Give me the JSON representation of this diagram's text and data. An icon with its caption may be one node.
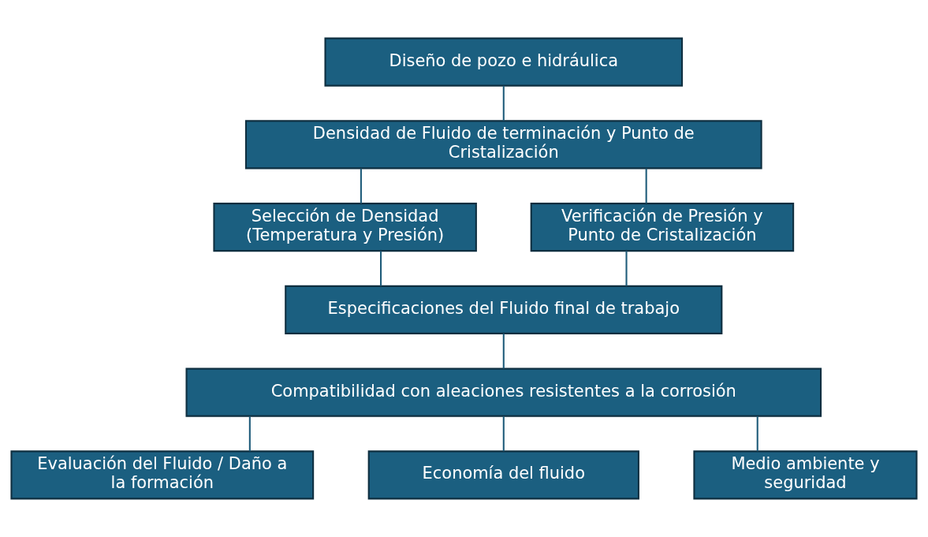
{
  "diagram": {
    "nodes": [
      {
        "text": [
          "Diseño de pozo e hidráulica"
        ]
      },
      {
        "text": [
          "Densidad de Fluido de terminación y Punto de Cristalización"
        ]
      },
      {
        "text": [
          "Selección de Densidad (Temperatura y Presión)"
        ]
      },
      {
        "text": [
          "Verificación de Presión y Punto de Cristalización"
        ]
      },
      {
        "text": [
          "Especificaciones del Fluido final de trabajo"
        ]
      },
      {
        "text": [
          "Compatibilidad con aleaciones resistentes a la corrosión"
        ]
      },
      {
        "text": [
          "Evaluación del Fluido / Daño a la formación"
        ]
      },
      {
        "text": [
          "Economía del fluido"
        ]
      },
      {
        "text": [
          "Medio ambiente y seguridad"
        ]
      }
    ],
    "edges": [
      {
        "from": 0,
        "to": 1,
        "arrow": "none"
      },
      {
        "from": 1,
        "to": 2,
        "arrow": "none"
      },
      {
        "from": 1,
        "to": 3,
        "arrow": "none"
      },
      {
        "from": 2,
        "to": 4,
        "arrow": "none"
      },
      {
        "from": 3,
        "to": 4,
        "arrow": "none"
      },
      {
        "from": 4,
        "to": 5,
        "arrow": "none"
      },
      {
        "from": 5,
        "to": 6,
        "arrow": "none"
      },
      {
        "from": 5,
        "to": 7,
        "arrow": "none"
      },
      {
        "from": 5,
        "to": 8,
        "arrow": "none"
      }
    ]
  }
}
